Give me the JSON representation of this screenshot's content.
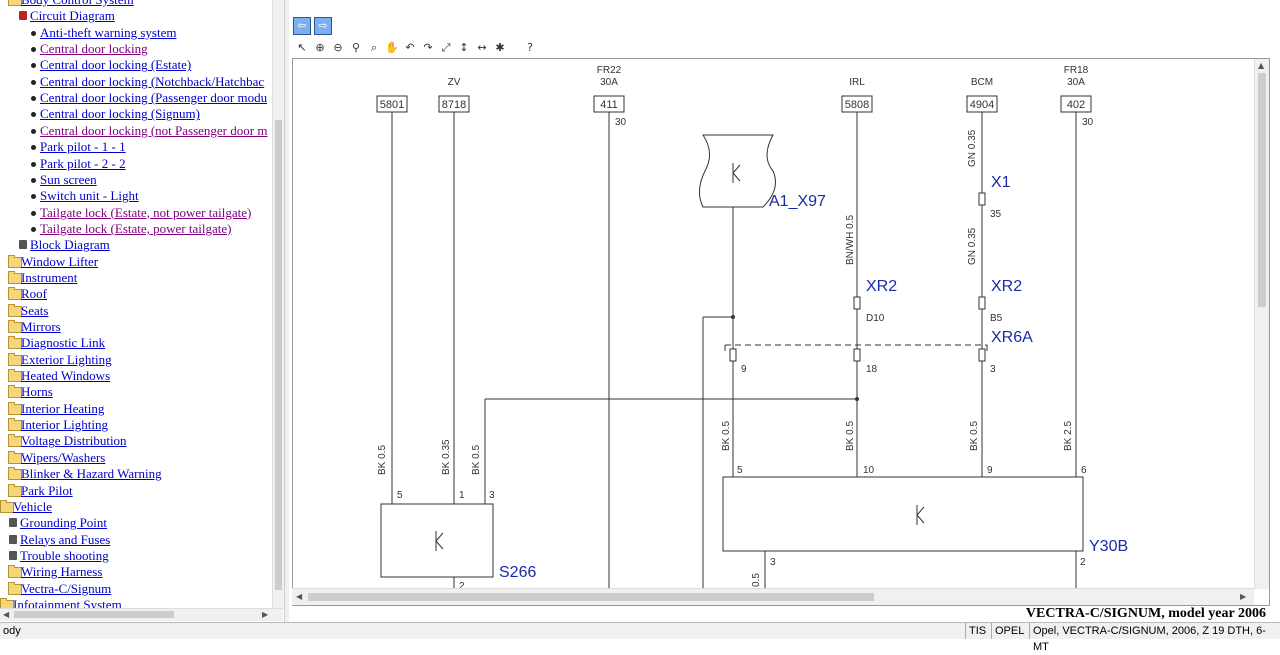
{
  "tree": {
    "items": [
      {
        "label": "Body Control System",
        "level": 1,
        "icon": "folder-icon",
        "visited": false
      },
      {
        "label": "Circuit Diagram",
        "level": 2,
        "icon": "open-book-icon",
        "visited": false
      },
      {
        "label": "Anti-theft warning system",
        "level": 3,
        "icon": "bullet-icon",
        "visited": false
      },
      {
        "label": "Central door locking",
        "level": 3,
        "icon": "bullet-icon",
        "visited": true
      },
      {
        "label": "Central door locking (Estate)",
        "level": 3,
        "icon": "bullet-icon",
        "visited": false
      },
      {
        "label": "Central door locking (Notchback/Hatchbac",
        "level": 3,
        "icon": "bullet-icon",
        "visited": false
      },
      {
        "label": "Central door locking (Passenger door modu",
        "level": 3,
        "icon": "bullet-icon",
        "visited": false
      },
      {
        "label": "Central door locking (Signum)",
        "level": 3,
        "icon": "bullet-icon",
        "visited": false
      },
      {
        "label": "Central door locking (not Passenger door m",
        "level": 3,
        "icon": "bullet-icon",
        "visited": true
      },
      {
        "label": "Park pilot - 1 - 1",
        "level": 3,
        "icon": "bullet-icon",
        "visited": false
      },
      {
        "label": "Park pilot - 2 - 2",
        "level": 3,
        "icon": "bullet-icon",
        "visited": false
      },
      {
        "label": "Sun screen",
        "level": 3,
        "icon": "bullet-icon",
        "visited": false
      },
      {
        "label": "Switch unit - Light",
        "level": 3,
        "icon": "bullet-icon",
        "visited": false
      },
      {
        "label": "Tailgate lock (Estate, not power tailgate)",
        "level": 3,
        "icon": "bullet-icon",
        "visited": true
      },
      {
        "label": "Tailgate lock (Estate, power tailgate)",
        "level": 3,
        "icon": "bullet-icon",
        "visited": true
      },
      {
        "label": "Block Diagram",
        "level": 2,
        "icon": "book-icon",
        "visited": false
      },
      {
        "label": "Window Lifter",
        "level": 1,
        "icon": "folder-icon",
        "visited": false
      },
      {
        "label": "Instrument",
        "level": 1,
        "icon": "folder-icon",
        "visited": false
      },
      {
        "label": "Roof",
        "level": 1,
        "icon": "folder-icon",
        "visited": false
      },
      {
        "label": "Seats",
        "level": 1,
        "icon": "folder-icon",
        "visited": false
      },
      {
        "label": "Mirrors",
        "level": 1,
        "icon": "folder-icon",
        "visited": false
      },
      {
        "label": "Diagnostic Link",
        "level": 1,
        "icon": "folder-icon",
        "visited": false
      },
      {
        "label": "Exterior Lighting",
        "level": 1,
        "icon": "folder-icon",
        "visited": false
      },
      {
        "label": "Heated Windows",
        "level": 1,
        "icon": "folder-icon",
        "visited": false
      },
      {
        "label": "Horns",
        "level": 1,
        "icon": "folder-icon",
        "visited": false
      },
      {
        "label": "Interior Heating",
        "level": 1,
        "icon": "folder-icon",
        "visited": false
      },
      {
        "label": "Interior Lighting",
        "level": 1,
        "icon": "folder-icon",
        "visited": false
      },
      {
        "label": "Voltage Distribution",
        "level": 1,
        "icon": "folder-icon",
        "visited": false
      },
      {
        "label": "Wipers/Washers",
        "level": 1,
        "icon": "folder-icon",
        "visited": false
      },
      {
        "label": "Blinker & Hazard Warning",
        "level": 1,
        "icon": "folder-icon",
        "visited": false
      },
      {
        "label": "Park Pilot",
        "level": 1,
        "icon": "folder-icon",
        "visited": false
      },
      {
        "label": "Vehicle",
        "level": 0,
        "icon": "folder-icon",
        "visited": false
      },
      {
        "label": "Grounding Point",
        "level": 1,
        "icon": "book-icon",
        "visited": false
      },
      {
        "label": "Relays and Fuses",
        "level": 1,
        "icon": "book-icon",
        "visited": false
      },
      {
        "label": "Trouble shooting",
        "level": 1,
        "icon": "book-icon",
        "visited": false
      },
      {
        "label": "Wiring Harness",
        "level": 1,
        "icon": "folder-icon",
        "visited": false
      },
      {
        "label": "Vectra-C/Signum",
        "level": 1,
        "icon": "folder-icon",
        "visited": false
      },
      {
        "label": "Infotainment System",
        "level": 0,
        "icon": "folder-icon",
        "visited": false
      }
    ]
  },
  "nav": {
    "back_icon": "back-arrow-icon",
    "forward_icon": "forward-arrow-icon"
  },
  "toolbar": {
    "tools": [
      "select-pointer-icon",
      "zoom-in-icon",
      "zoom-out-icon",
      "zoom-icon",
      "zoom-window-icon",
      "pan-hand-icon",
      "rotate-left-icon",
      "rotate-right-icon",
      "fit-all-icon",
      "fit-height-icon",
      "fit-width-icon",
      "highlight-icon",
      "help-icon"
    ]
  },
  "diagram": {
    "connectors": [
      {
        "code": "5801",
        "label": ""
      },
      {
        "code": "8718",
        "label": "ZV"
      },
      {
        "code": "411",
        "label": "FR22\n30A",
        "pin": "30"
      },
      {
        "code": "5808",
        "label": "IRL"
      },
      {
        "code": "4904",
        "label": "BCM"
      },
      {
        "code": "402",
        "label": "FR18\n30A",
        "pin": "30"
      }
    ],
    "component_labels": [
      "A1_X97",
      "X1",
      "XR2",
      "XR2",
      "XR6A",
      "S266",
      "Y30B"
    ],
    "wire_labels": [
      "GN 0.35",
      "BN/WH 0.5",
      "GN 0.35",
      "BK 0.5",
      "BK 0.35",
      "BK 0.5",
      "BK 0.5",
      "BK 0.5",
      "BK 0.5",
      "BK 2.5",
      "0.5"
    ],
    "pin_labels": [
      "35",
      "D10",
      "B5",
      "9",
      "18",
      "3",
      "5",
      "10",
      "9",
      "6",
      "5",
      "1",
      "3",
      "2",
      "3",
      "2"
    ]
  },
  "model_title": "VECTRA-C/SIGNUM, model year 2006",
  "status": {
    "left": "ody",
    "db": "TIS",
    "make": "OPEL",
    "vehicle": "Opel, VECTRA-C/SIGNUM, 2006, Z 19 DTH, 6-MT"
  }
}
